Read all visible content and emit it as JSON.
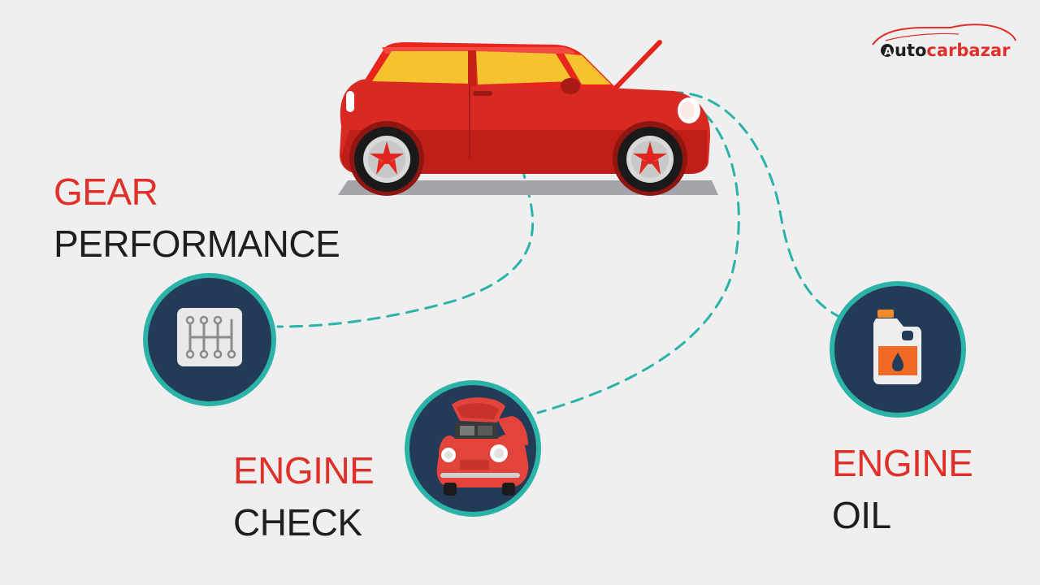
{
  "logo": {
    "text_prefix": "A",
    "text_dark": "uto",
    "text_red": "carbazar"
  },
  "labels": {
    "gear": {
      "line1": "GEAR",
      "line2": "PERFORMANCE"
    },
    "engine_check": {
      "line1": "ENGINE",
      "line2": "CHECK"
    },
    "engine_oil": {
      "line1": "ENGINE",
      "line2": "OIL"
    }
  },
  "icons": {
    "gear_shift": "gear-shift-icon",
    "engine_check": "car-hood-open-icon",
    "engine_oil": "oil-bottle-icon",
    "main_car": "car-hood-open-icon"
  },
  "colors": {
    "background": "#efefef",
    "accent_red": "#e0302a",
    "text_dark": "#1e1e1e",
    "circle_fill": "#243b57",
    "circle_ring": "#2bb3a8",
    "connector": "#2bb3a8"
  }
}
